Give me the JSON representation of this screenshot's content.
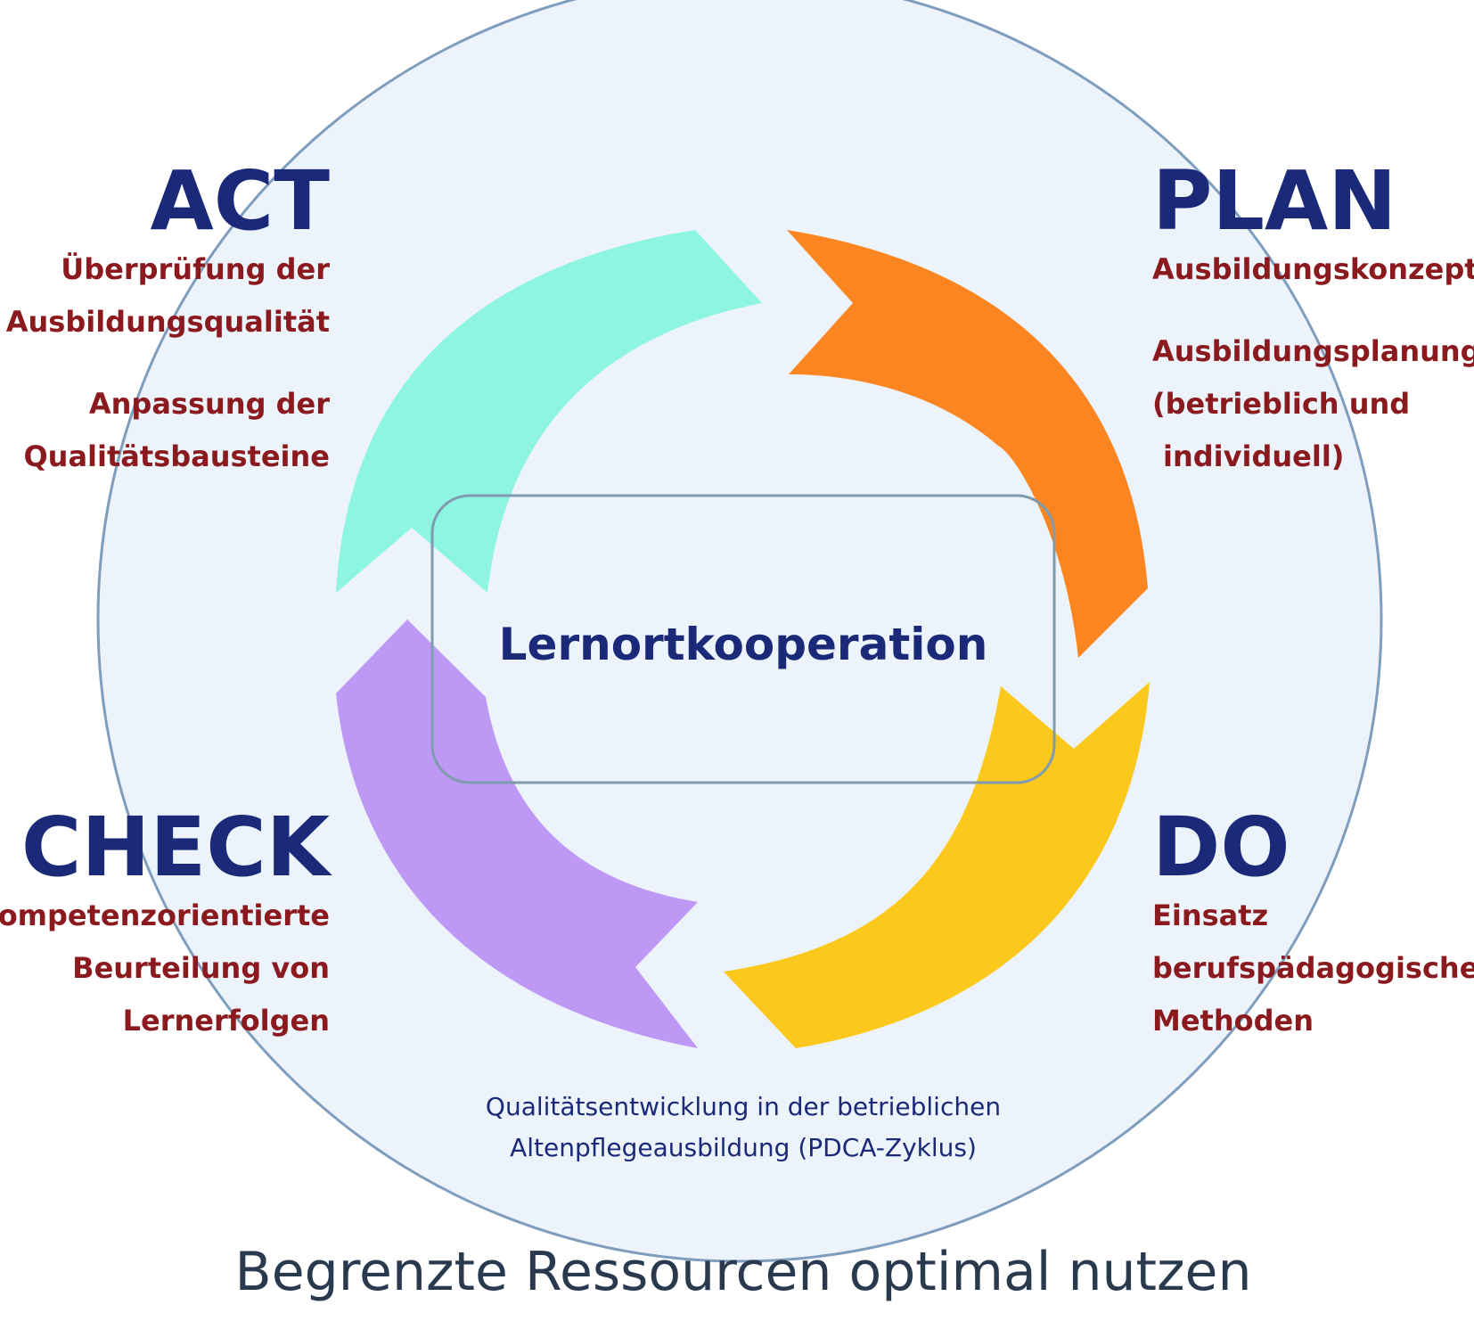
{
  "colors": {
    "circle_fill": "#ecf3fb",
    "circle_stroke": "#7f9dbd",
    "phase_text": "#1a2a78",
    "detail_text": "#8a1a1e",
    "act_arrow": "#8ef5e2",
    "plan_arrow": "#fb8520",
    "do_arrow": "#fcc81c",
    "check_arrow": "#bd98f5",
    "center_box_stroke": "#7f9bb0"
  },
  "phases": {
    "act": {
      "title": "ACT",
      "lines": [
        "Überprüfung der",
        "Ausbildungsqualität",
        "Anpassung der",
        "Qualitätsbausteine"
      ]
    },
    "plan": {
      "title": "PLAN",
      "lines": [
        "Ausbildungskonzept",
        "Ausbildungsplanung",
        "(betrieblich und",
        "individuell)"
      ]
    },
    "check": {
      "title": "CHECK",
      "lines": [
        "Kompetenzorientierte",
        "Beurteilung von",
        "Lernerfolgen"
      ]
    },
    "do": {
      "title": "DO",
      "lines": [
        "Einsatz",
        "berufspädagogischer",
        "Methoden"
      ]
    }
  },
  "center_label": "Lernortkooperation",
  "caption": [
    "Qualitätsentwicklung in der betrieblichen",
    "Altenpflegeausbildung (PDCA-Zyklus)"
  ],
  "footer": "Begrenzte Ressourcen optimal nutzen"
}
